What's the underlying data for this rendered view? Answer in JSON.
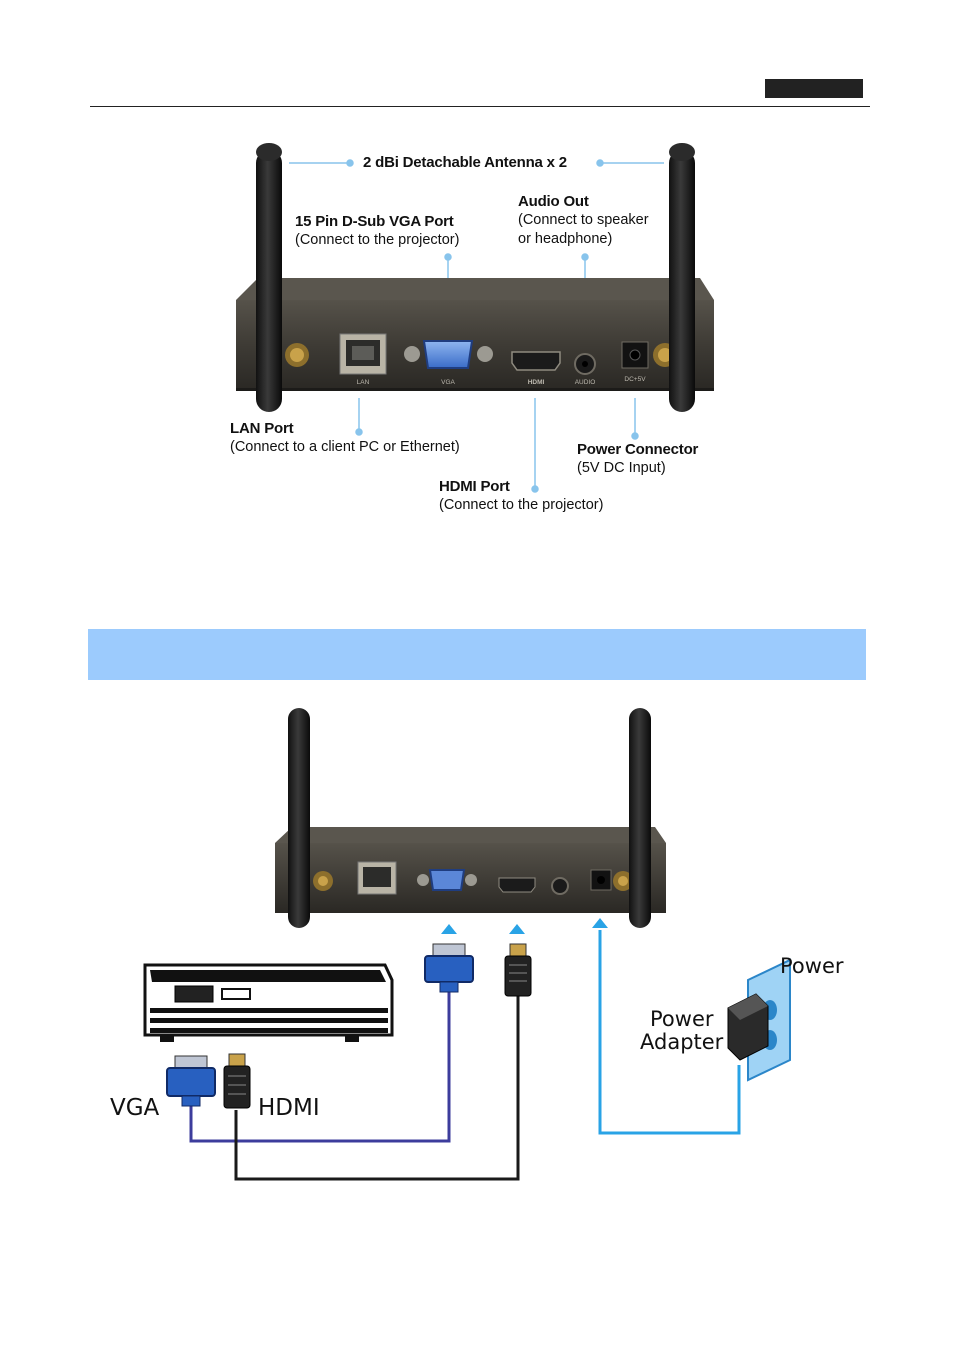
{
  "diagram1": {
    "antenna": "2 dBi Detachable Antenna x 2",
    "vga": {
      "title": "15 Pin D-Sub VGA Port",
      "sub": "(Connect to the projector)"
    },
    "audio": {
      "title": "Audio Out",
      "sub1": "(Connect to speaker",
      "sub2": "or headphone)"
    },
    "lan": {
      "title": "LAN Port",
      "sub": "(Connect to a client PC or Ethernet)"
    },
    "power": {
      "title": "Power Connector",
      "sub": "(5V DC Input)"
    },
    "hdmi": {
      "title": "HDMI Port",
      "sub": "(Connect to the projector)"
    },
    "panel_labels": {
      "lan": "LAN",
      "vga": "VGA",
      "hdmi": "HDMI",
      "audio": "AUDIO",
      "dc": "DC+5V"
    }
  },
  "diagram2": {
    "vga": "VGA",
    "hdmi": "HDMI",
    "power": "Power",
    "adapter_line1": "Power",
    "adapter_line2": "Adapter"
  },
  "colors": {
    "section_bar": "#9ccbfd",
    "vga_cable": "#3c3c9c",
    "power_cable": "#29a3e6",
    "callout_line": "#88c4ec"
  }
}
